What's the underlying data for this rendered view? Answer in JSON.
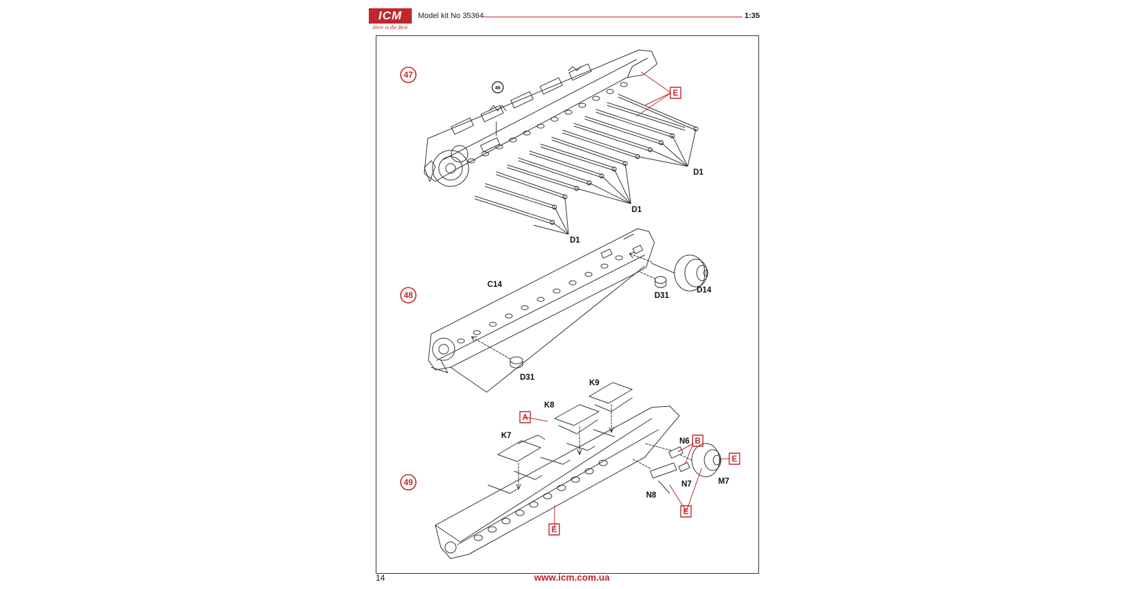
{
  "header": {
    "brand": "ICM",
    "tagline": "Here is the Best",
    "kit_label": "Model kit No 35364",
    "scale": "1:35"
  },
  "footer": {
    "page_number": "14",
    "website": "www.icm.com.ua"
  },
  "steps": [
    {
      "number": "47",
      "reference_step": "46",
      "part_labels": [
        "D1",
        "D1",
        "D1"
      ],
      "paint_refs": [
        "E"
      ]
    },
    {
      "number": "48",
      "part_labels": [
        "C14",
        "D31",
        "D14",
        "D31"
      ]
    },
    {
      "number": "49",
      "part_labels": [
        "K9",
        "K8",
        "K7",
        "N6",
        "N7",
        "M7",
        "N8"
      ],
      "paint_refs": [
        "A",
        "B",
        "E",
        "E",
        "E"
      ]
    }
  ],
  "colors": {
    "brand_red": "#c0272d",
    "line": "#333333"
  }
}
